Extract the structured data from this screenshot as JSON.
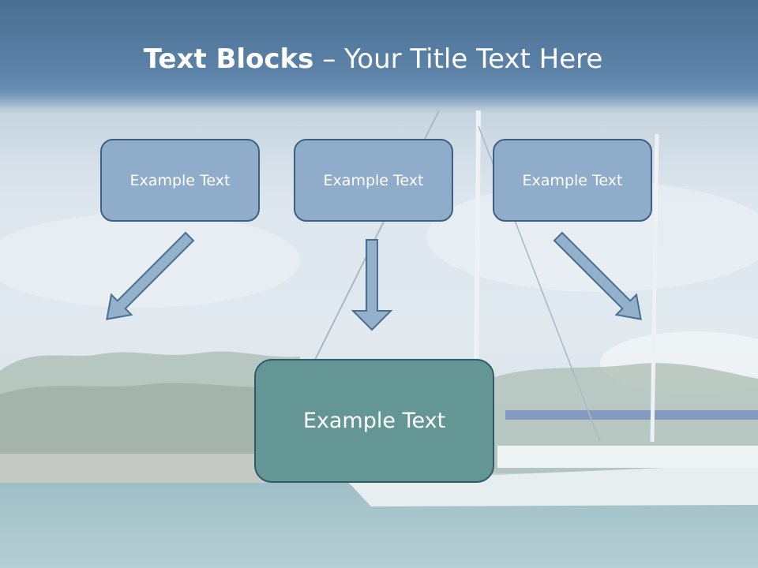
{
  "slide": {
    "title_bold": "Text Blocks",
    "title_dash": " – ",
    "title_rest": "Your Title Text Here"
  },
  "blocks": [
    {
      "label": "Example Text"
    },
    {
      "label": "Example Text"
    },
    {
      "label": "Example Text"
    }
  ],
  "center_block": {
    "label": "Example Text"
  },
  "colors": {
    "top_box_fill": "#8fadca",
    "top_box_border": "#3d5f82",
    "center_box_fill": "#659696",
    "arrow_fill": "#94b1cc",
    "arrow_stroke": "#4a6d90",
    "title_text": "#ffffff"
  }
}
